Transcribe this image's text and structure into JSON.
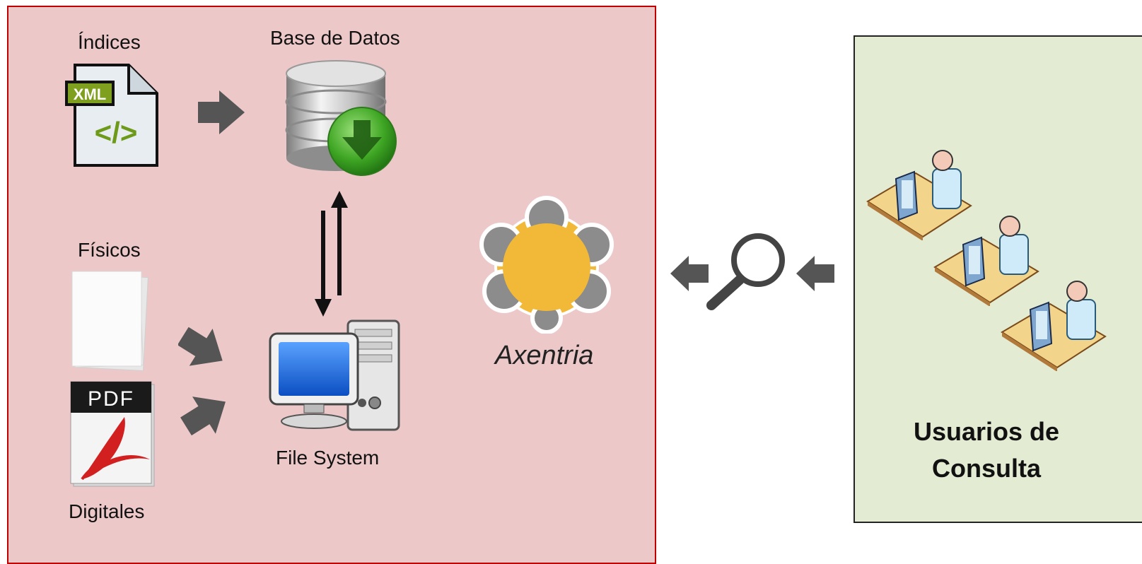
{
  "system": {
    "indices_label": "Índices",
    "database_label": "Base de Datos",
    "physical_label": "Físicos",
    "digital_label": "Digitales",
    "filesystem_label": "File System",
    "brand": "Axentria",
    "xml_badge": "XML",
    "xml_code": "</>",
    "pdf_badge": "PDF"
  },
  "users": {
    "title_line1": "Usuarios de",
    "title_line2": "Consulta"
  },
  "colors": {
    "system_bg": "#ecc8c8",
    "system_border": "#c00000",
    "users_bg": "#e3ebd3",
    "arrow": "#555555",
    "brand_yellow": "#f2b938",
    "brand_gray": "#8c8c8c"
  },
  "icons": {
    "xml": "xml-file-icon",
    "database": "database-icon",
    "paper": "paper-stack-icon",
    "pdf": "pdf-file-icon",
    "computer": "computer-icon",
    "search": "magnifier-icon",
    "logo": "axentria-logo-icon",
    "user": "user-workstation-icon"
  }
}
